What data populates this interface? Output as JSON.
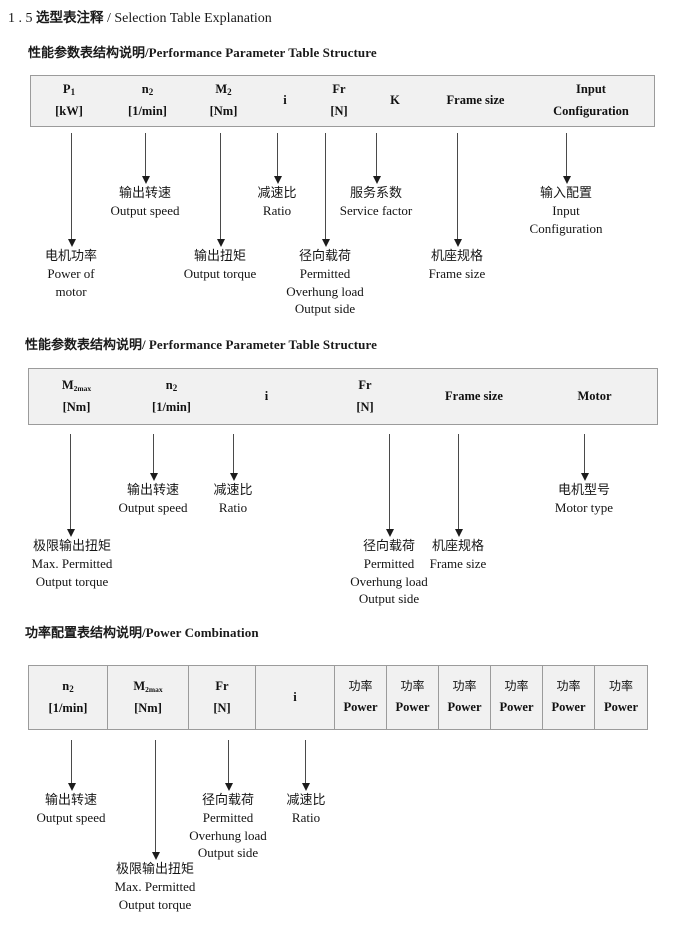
{
  "page": {
    "title_number": "1 . 5",
    "title_cn": "选型表注释",
    "title_sep": "/",
    "title_en": "Selection Table Explanation"
  },
  "sections": [
    {
      "heading_cn": "性能参数表结构说明",
      "heading_sep": "/",
      "heading_en": "Performance Parameter Table Structure",
      "table": {
        "style": "plain",
        "columns": [
          {
            "line1": "P",
            "sub1": "1",
            "line2": "[kW]"
          },
          {
            "line1": "n",
            "sub1": "2",
            "line2": "[1/min]"
          },
          {
            "line1": "M",
            "sub1": "2",
            "line2": "[Nm]"
          },
          {
            "line1": "i",
            "sub1": "",
            "line2": ""
          },
          {
            "line1": "Fr",
            "sub1": "",
            "line2": "[N]"
          },
          {
            "line1": "K",
            "sub1": "",
            "line2": ""
          },
          {
            "line1": "Frame size",
            "sub1": "",
            "line2": ""
          },
          {
            "line1": "Input",
            "sub1": "",
            "line2": "Configuration"
          }
        ]
      },
      "annotations": [
        {
          "cn": "电机功率",
          "en": [
            "Power of",
            "motor"
          ]
        },
        {
          "cn": "输出转速",
          "en": [
            "Output speed"
          ]
        },
        {
          "cn": "输出扭矩",
          "en": [
            "Output torque"
          ]
        },
        {
          "cn": "减速比",
          "en": [
            "Ratio"
          ]
        },
        {
          "cn": "径向载荷",
          "en": [
            "Permitted",
            "Overhung load",
            "Output side"
          ]
        },
        {
          "cn": "服务系数",
          "en": [
            "Service factor"
          ]
        },
        {
          "cn": "机座规格",
          "en": [
            "Frame size"
          ]
        },
        {
          "cn": "输入配置",
          "en": [
            "Input",
            "Configuration"
          ]
        }
      ]
    },
    {
      "heading_cn": "性能参数表结构说明",
      "heading_sep": "/",
      "heading_en": "Performance Parameter Table Structure",
      "table": {
        "style": "plain",
        "columns": [
          {
            "line1": "M",
            "sub1": "2max",
            "line2": "[Nm]"
          },
          {
            "line1": "n",
            "sub1": "2",
            "line2": "[1/min]"
          },
          {
            "line1": "i",
            "sub1": "",
            "line2": ""
          },
          {
            "line1": "Fr",
            "sub1": "",
            "line2": "[N]"
          },
          {
            "line1": "Frame size",
            "sub1": "",
            "line2": ""
          },
          {
            "line1": "Motor",
            "sub1": "",
            "line2": ""
          }
        ]
      },
      "annotations": [
        {
          "cn": "极限输出扭矩",
          "en": [
            "Max. Permitted",
            "Output  torque"
          ]
        },
        {
          "cn": "输出转速",
          "en": [
            "Output speed"
          ]
        },
        {
          "cn": "减速比",
          "en": [
            "Ratio"
          ]
        },
        {
          "cn": "径向载荷",
          "en": [
            "Permitted",
            "Overhung load",
            "Output side"
          ]
        },
        {
          "cn": "机座规格",
          "en": [
            "Frame size"
          ]
        },
        {
          "cn": "电机型号",
          "en": [
            "Motor type"
          ]
        }
      ]
    },
    {
      "heading_cn": "功率配置表结构说明",
      "heading_sep": "/",
      "heading_en": "Power Combination",
      "table": {
        "style": "grid",
        "columns": [
          {
            "line1": "n",
            "sub1": "2",
            "line2": "[1/min]"
          },
          {
            "line1": "M",
            "sub1": "2max",
            "line2": "[Nm]"
          },
          {
            "line1": "Fr",
            "sub1": "",
            "line2": "[N]"
          },
          {
            "line1": "i",
            "sub1": "",
            "line2": ""
          },
          {
            "line1_cn": "功率",
            "line2": "Power"
          },
          {
            "line1_cn": "功率",
            "line2": "Power"
          },
          {
            "line1_cn": "功率",
            "line2": "Power"
          },
          {
            "line1_cn": "功率",
            "line2": "Power"
          },
          {
            "line1_cn": "功率",
            "line2": "Power"
          },
          {
            "line1_cn": "功率",
            "line2": "Power"
          }
        ]
      },
      "annotations": [
        {
          "cn": "输出转速",
          "en": [
            "Output speed"
          ]
        },
        {
          "cn": "极限输出扭矩",
          "en": [
            "Max. Permitted",
            "Output  torque"
          ]
        },
        {
          "cn": "径向载荷",
          "en": [
            "Permitted",
            "Overhung load",
            "Output side"
          ]
        },
        {
          "cn": "减速比",
          "en": [
            "Ratio"
          ]
        }
      ]
    }
  ]
}
